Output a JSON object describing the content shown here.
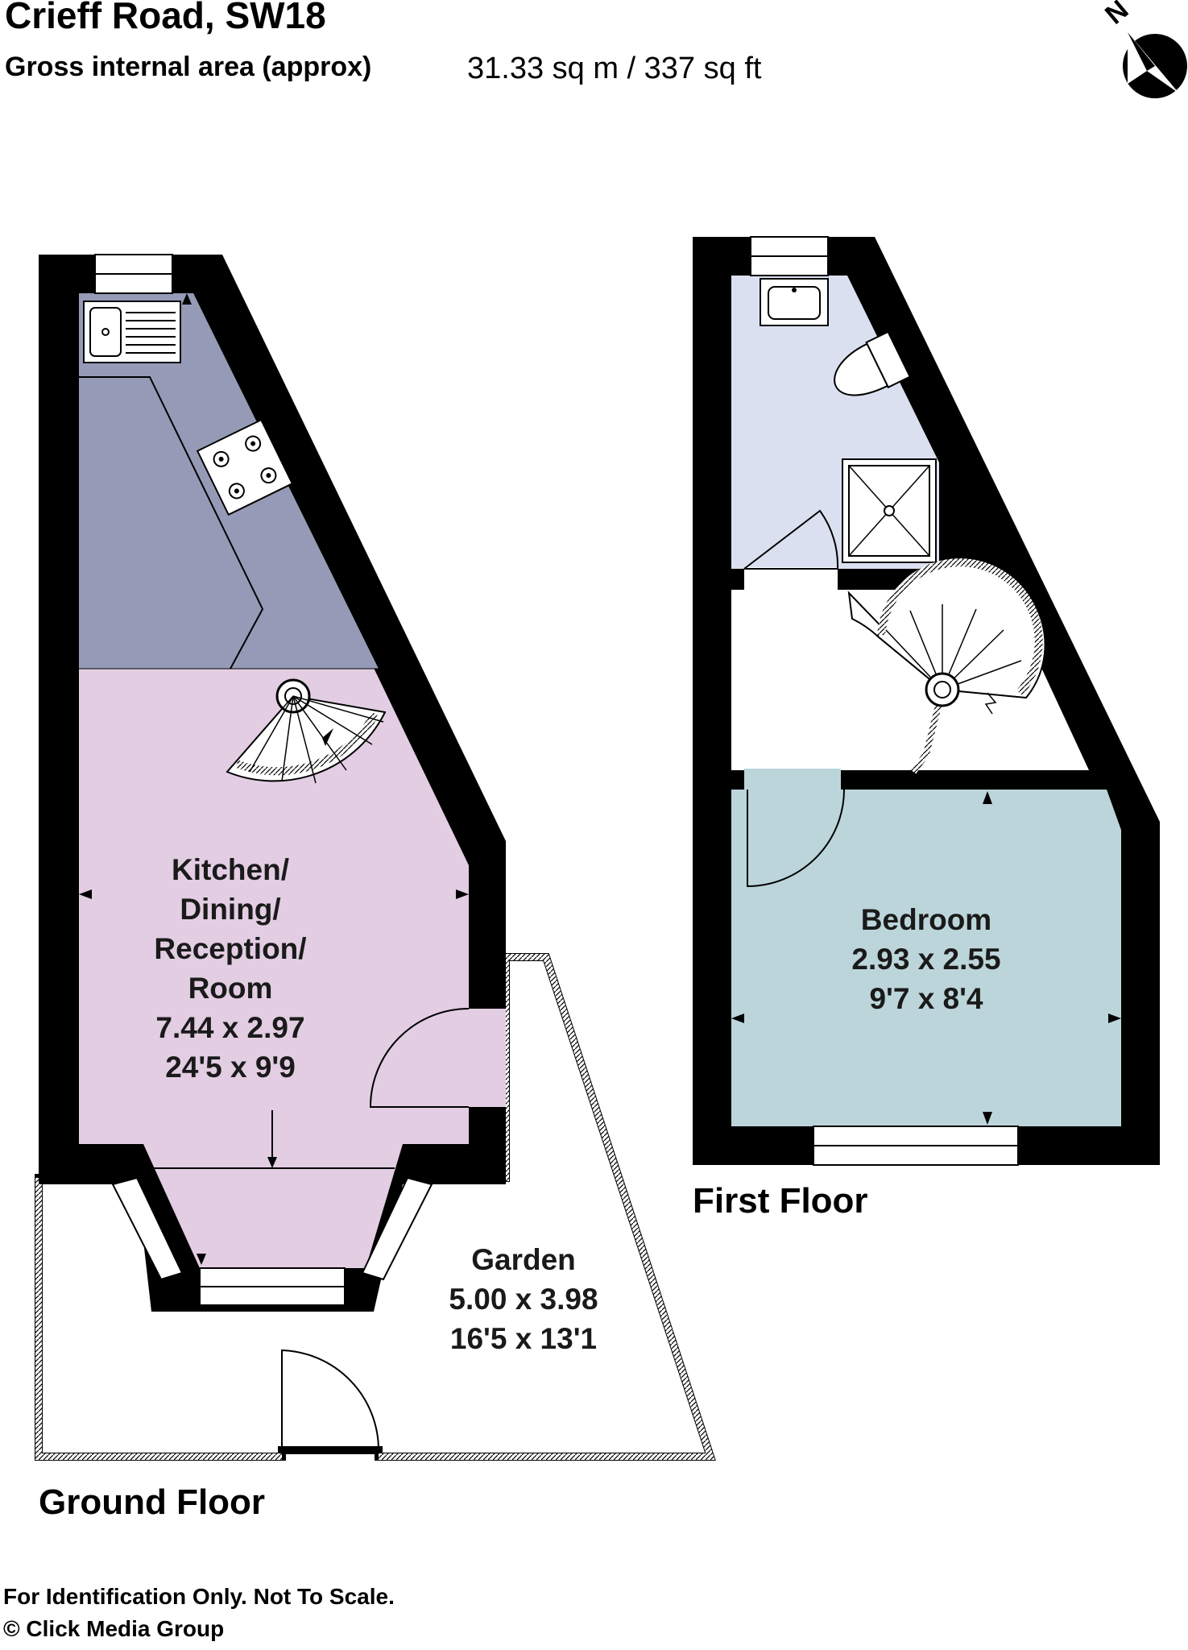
{
  "header": {
    "title": "Crieff Road, SW18",
    "gross_area_label": "Gross internal area (approx)",
    "gross_area_value": "31.33 sq m / 337 sq ft"
  },
  "compass": {
    "label": "N",
    "icon": "north-arrow-icon"
  },
  "floors": {
    "ground": {
      "label": "Ground Floor",
      "rooms": {
        "kitchen": {
          "name_lines": [
            "Kitchen/",
            "Dining/",
            "Reception/",
            "Room"
          ],
          "metric": "7.44 x 2.97",
          "imperial": "24'5 x 9'9"
        },
        "garden": {
          "name": "Garden",
          "metric": "5.00 x 3.98",
          "imperial": "16'5 x 13'1"
        }
      }
    },
    "first": {
      "label": "First Floor",
      "rooms": {
        "bedroom": {
          "name": "Bedroom",
          "metric": "2.93 x 2.55",
          "imperial": "9'7 x 8'4"
        }
      }
    }
  },
  "colors": {
    "wall": "#000000",
    "kitchen_area": "#959bb6",
    "reception_area": "#e2cde2",
    "bathroom": "#dbe0f1",
    "bedroom": "#bcd5da",
    "outline": "#000000"
  },
  "footer": {
    "disclaimer": "For Identification Only. Not To Scale.",
    "copyright": "© Click Media Group"
  }
}
